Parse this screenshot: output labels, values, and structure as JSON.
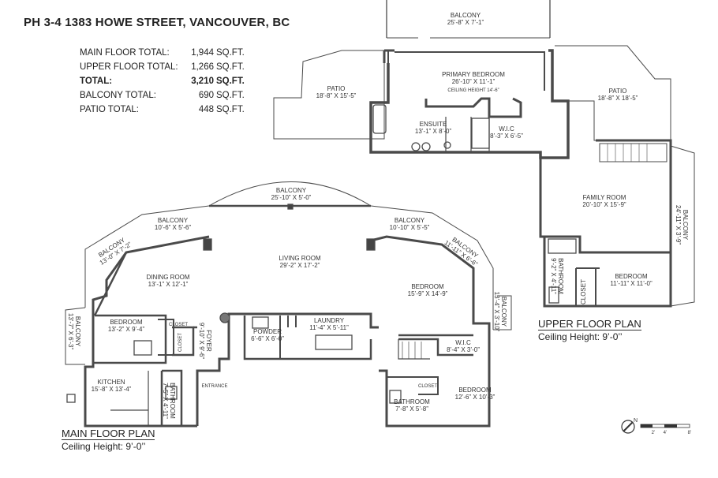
{
  "title": "PH 3-4 1383 HOWE STREET, VANCOUVER, BC",
  "summary": [
    {
      "label": "MAIN FLOOR TOTAL:",
      "value": "1,944",
      "unit": "SQ.FT.",
      "bold": false
    },
    {
      "label": "UPPER FLOOR TOTAL:",
      "value": "1,266",
      "unit": "SQ.FT.",
      "bold": false
    },
    {
      "label": "TOTAL:",
      "value": "3,210",
      "unit": "SQ.FT.",
      "bold": true
    },
    {
      "label": "BALCONY TOTAL:",
      "value": "690",
      "unit": "SQ.FT.",
      "bold": false
    },
    {
      "label": "PATIO TOTAL:",
      "value": "448",
      "unit": "SQ.FT.",
      "bold": false
    }
  ],
  "main_floor": {
    "title": "MAIN FLOOR PLAN",
    "ceiling": "Ceiling Height: 9’-0’’",
    "rooms": [
      {
        "id": "balcony-top",
        "name": "BALCONY",
        "dims": "25’-10” X 5’-0”"
      },
      {
        "id": "balcony-left-upper",
        "name": "BALCONY",
        "dims": "10’-6” X 5’-6”"
      },
      {
        "id": "balcony-left-diag",
        "name": "BALCONY",
        "dims": "13’-0” X 7’-2”"
      },
      {
        "id": "balcony-right-upper",
        "name": "BALCONY",
        "dims": "10’-10” X 5’-5”"
      },
      {
        "id": "balcony-right-diag",
        "name": "BALCONY",
        "dims": "11’-11” X 6’-6”"
      },
      {
        "id": "balcony-left-side",
        "name": "BALCONY",
        "dims": "13’-7” X 6’-3”"
      },
      {
        "id": "balcony-right-side",
        "name": "BALCONY",
        "dims": "13’-4” X 3’-10”"
      },
      {
        "id": "living-room",
        "name": "LIVING ROOM",
        "dims": "29’-2” X 17’-2”"
      },
      {
        "id": "dining-room",
        "name": "DINING ROOM",
        "dims": "13’-1” X 12’-1”"
      },
      {
        "id": "bedroom-left",
        "name": "BEDROOM",
        "dims": "13’-2” X 9’-4”"
      },
      {
        "id": "bedroom-right",
        "name": "BEDROOM",
        "dims": "15’-9” X 14’-9”"
      },
      {
        "id": "bedroom-bottom",
        "name": "BEDROOM",
        "dims": "12’-6” X 10’-3”"
      },
      {
        "id": "kitchen",
        "name": "KITCHEN",
        "dims": "15’-8” X 13’-4”"
      },
      {
        "id": "foyer",
        "name": "FOYER",
        "dims": "9’-10” X 9’-6”"
      },
      {
        "id": "powder",
        "name": "POWDER",
        "dims": "6’-6” X 6’-0”"
      },
      {
        "id": "laundry",
        "name": "LAUNDRY",
        "dims": "11’-4” X 5’-11”"
      },
      {
        "id": "wic-main",
        "name": "W.I.C",
        "dims": "8’-4” X 3’-0”"
      },
      {
        "id": "bathroom-main-left",
        "name": "BATHROOM",
        "dims": "7’-5” X 4’-11”"
      },
      {
        "id": "bathroom-main-right",
        "name": "BATHROOM",
        "dims": "7’-8” X 5’-8”"
      }
    ],
    "labels": {
      "closet": "CLOSET",
      "closet_small": "CLOSET",
      "entrance": "ENTRANCE",
      "closet_right": "CLOSET"
    }
  },
  "upper_floor": {
    "title": "UPPER FLOOR PLAN",
    "ceiling": "Ceiling Height: 9’-0’’",
    "rooms": [
      {
        "id": "balcony-upper-top",
        "name": "BALCONY",
        "dims": "25’-8” X 7’-1”"
      },
      {
        "id": "primary-bedroom",
        "name": "PRIMARY BEDROOM",
        "dims": "26’-10” X 11’-1”",
        "note": "CEILING HEIGHT 14’-6”"
      },
      {
        "id": "patio-left",
        "name": "PATIO",
        "dims": "18’-8” X 15’-5”"
      },
      {
        "id": "patio-right",
        "name": "PATIO",
        "dims": "18’-8” X 18’-5”"
      },
      {
        "id": "ensuite",
        "name": "ENSUITE",
        "dims": "13’-1” X 8’-0”"
      },
      {
        "id": "wic-upper",
        "name": "W.I.C",
        "dims": "8’-3” X 6’-5”"
      },
      {
        "id": "family-room",
        "name": "FAMILY ROOM",
        "dims": "20’-10” X 15’-9”"
      },
      {
        "id": "balcony-upper-side",
        "name": "BALCONY",
        "dims": "24’-11” X 3’-9”"
      },
      {
        "id": "bedroom-upper",
        "name": "BEDROOM",
        "dims": "11’-11” X 11’-0”"
      },
      {
        "id": "bathroom-upper",
        "name": "BATHROOM",
        "dims": "9’-2” X 4’-11”"
      }
    ],
    "labels": {
      "closet": "CLOSET"
    }
  },
  "scale": {
    "north": "N",
    "marks": [
      "2’",
      "4’",
      "8’"
    ]
  }
}
